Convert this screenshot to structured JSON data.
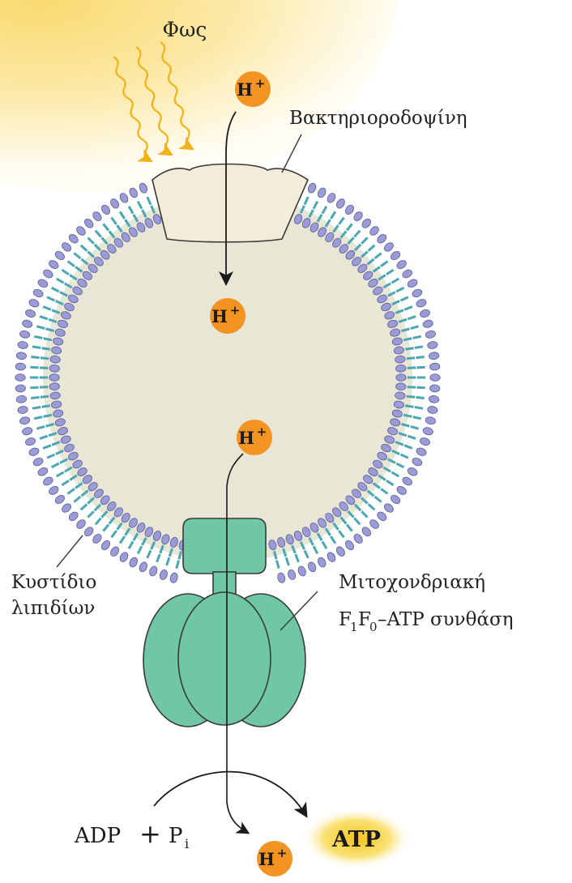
{
  "labels": {
    "light": "Φως",
    "bacteriorhodopsin": "Βακτηριοροδοψίνη",
    "vesicle_line1": "Κυστίδιο",
    "vesicle_line2": "λιπιδίων",
    "synthase_line1": "Μιτοχονδριακή",
    "synthase_f1": "F",
    "synthase_sub1": "1",
    "synthase_f0": "F",
    "synthase_sub0": "0",
    "synthase_rest": "–ATP συνθάση"
  },
  "proton": {
    "symbol": "H",
    "charge": "+"
  },
  "reaction": {
    "adp": "ADP",
    "plus": "+",
    "p": "P",
    "p_sub": "i",
    "product": "ATP"
  },
  "colors": {
    "light_glow": "#fbe7a0",
    "light_rays": "#f2b21a",
    "proton_fill": "#f39422",
    "vesicle_interior": "#e8e6d4",
    "lipid_head": "#9b9bd6",
    "lipid_tail": "#4aa7b3",
    "bacteriorhodopsin": "#f3ecd9",
    "atp_synthase": "#6fc7a6",
    "atp_glow": "#f6d22a"
  }
}
